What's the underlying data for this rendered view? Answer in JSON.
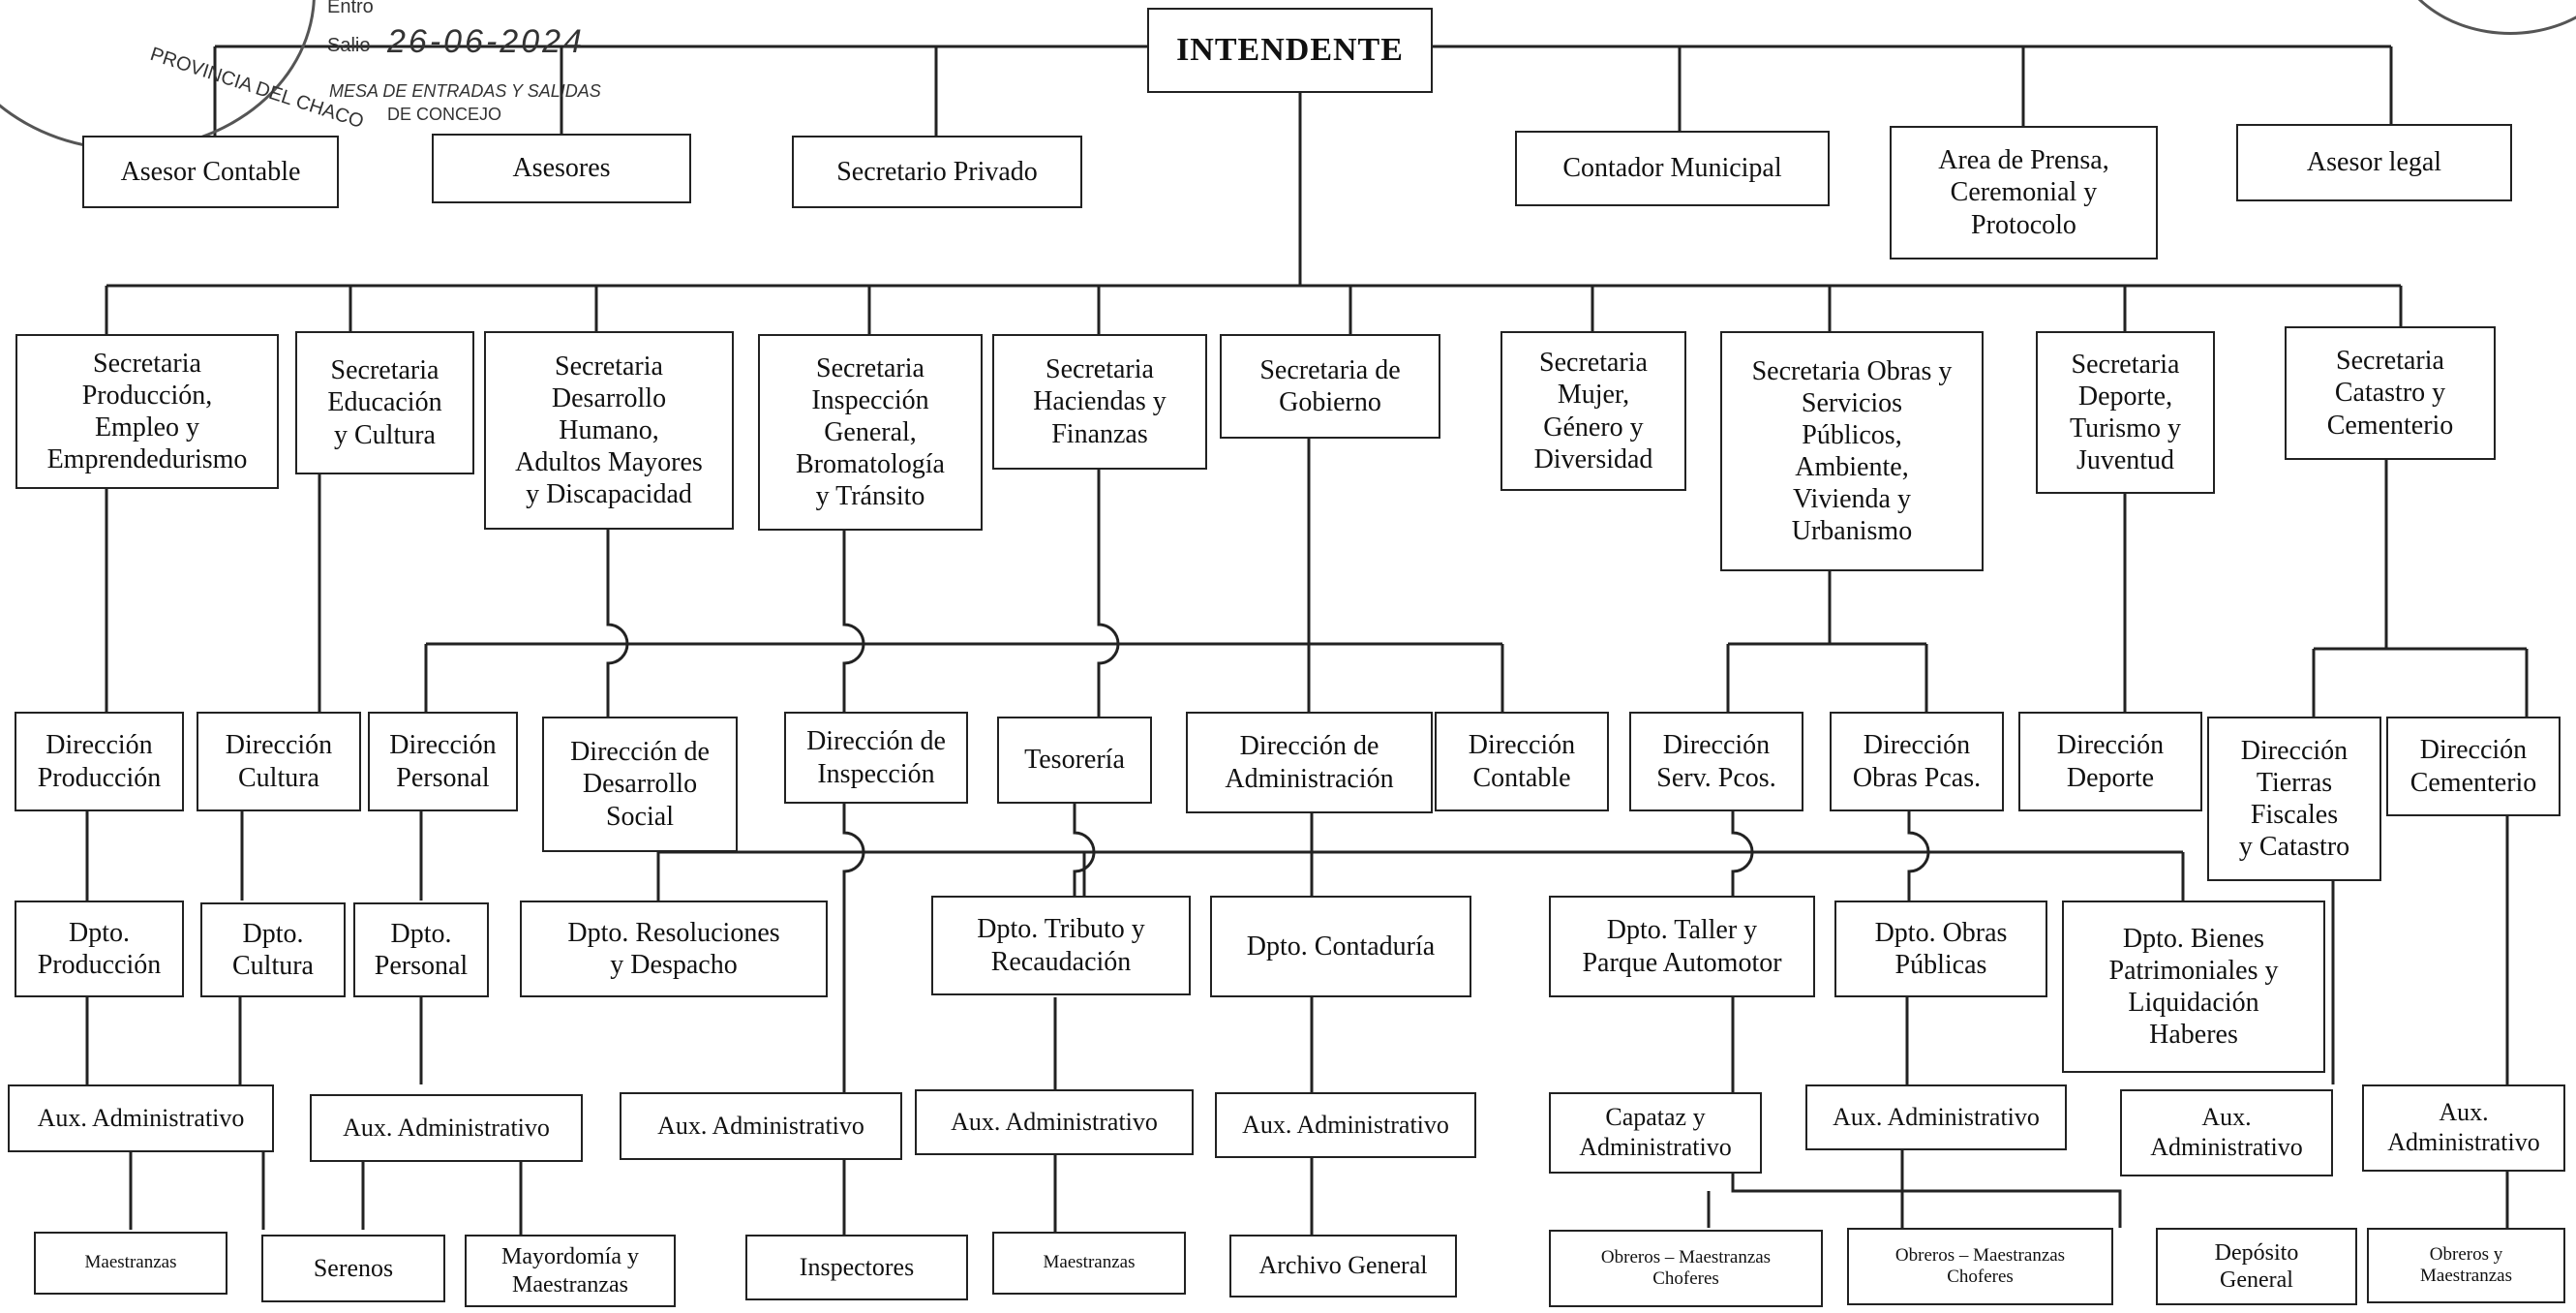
{
  "stamp": {
    "entro_label": "Entro",
    "salio_label": "Salio",
    "date": "26-06-2024",
    "line1": "MESA DE ENTRADAS Y SALIDAS",
    "line2": "DE CONCEJO",
    "arc_text": "PROVINCIA DEL CHACO"
  },
  "intendente": "INTENDENTE",
  "advisors": {
    "asesor_contable": "Asesor Contable",
    "asesores": "Asesores",
    "secretario_privado": "Secretario Privado",
    "contador_municipal": "Contador Municipal",
    "prensa": "Area de Prensa,\nCeremonial y\nProtocolo",
    "asesor_legal": "Asesor legal"
  },
  "secretarias": {
    "produccion": "Secretaria\nProducción,\nEmpleo y\nEmprendedurismo",
    "educacion": "Secretaria\nEducación\ny Cultura",
    "desarrollo": "Secretaria\nDesarrollo\nHumano,\nAdultos Mayores\ny Discapacidad",
    "inspeccion": "Secretaria\nInspección\nGeneral,\nBromatología\ny Tránsito",
    "haciendas": "Secretaria\nHaciendas y\nFinanzas",
    "gobierno": "Secretaria de\nGobierno",
    "mujer": "Secretaria\nMujer,\nGénero y\nDiversidad",
    "obras": "Secretaria Obras y\nServicios\nPúblicos,\nAmbiente,\nVivienda y\nUrbanismo",
    "deporte": "Secretaria\nDeporte,\nTurismo y\nJuventud",
    "catastro": "Secretaria\nCatastro y\nCementerio"
  },
  "direcciones": {
    "produccion": "Dirección\nProducción",
    "cultura": "Dirección\nCultura",
    "personal": "Dirección\nPersonal",
    "desarrollo_social": "Dirección de\nDesarrollo\nSocial",
    "inspeccion": "Dirección de\nInspección",
    "tesoreria": "Tesorería",
    "administracion": "Dirección de\nAdministración",
    "contable": "Dirección\nContable",
    "serv_pcos": "Dirección\nServ. Pcos.",
    "obras_pcas": "Dirección\nObras Pcas.",
    "deporte": "Dirección\nDeporte",
    "tierras": "Dirección\nTierras\nFiscales\ny Catastro",
    "cementerio": "Dirección\nCementerio"
  },
  "departamentos": {
    "produccion": "Dpto.\nProducción",
    "cultura": "Dpto.\nCultura",
    "personal": "Dpto.\nPersonal",
    "resoluciones": "Dpto. Resoluciones\ny Despacho",
    "tributo": "Dpto. Tributo y\nRecaudación",
    "contaduria": "Dpto. Contaduría",
    "taller": "Dpto. Taller y\nParque Automotor",
    "obras_publicas": "Dpto. Obras\nPúblicas",
    "bienes": "Dpto. Bienes\nPatrimoniales y\nLiquidación\nHaberes"
  },
  "auxiliares": {
    "aux1": "Aux. Administrativo",
    "aux2": "Aux. Administrativo",
    "aux3": "Aux. Administrativo",
    "aux4": "Aux. Administrativo",
    "aux5": "Aux. Administrativo",
    "capataz": "Capataz y\nAdministrativo",
    "aux6": "Aux. Administrativo",
    "aux7": "Aux.\nAdministrativo",
    "aux8": "Aux.\nAdministrativo"
  },
  "bottom": {
    "maestranzas1": "Maestranzas",
    "serenos": "Serenos",
    "mayordomia": "Mayordomía y\nMaestranzas",
    "inspectores": "Inspectores",
    "maestranzas2": "Maestranzas",
    "archivo": "Archivo General",
    "obreros1": "Obreros – Maestranzas\nChoferes",
    "obreros2": "Obreros – Maestranzas\nChoferes",
    "deposito": "Depósito\nGeneral",
    "obreros3": "Obreros y\nMaestranzas"
  }
}
